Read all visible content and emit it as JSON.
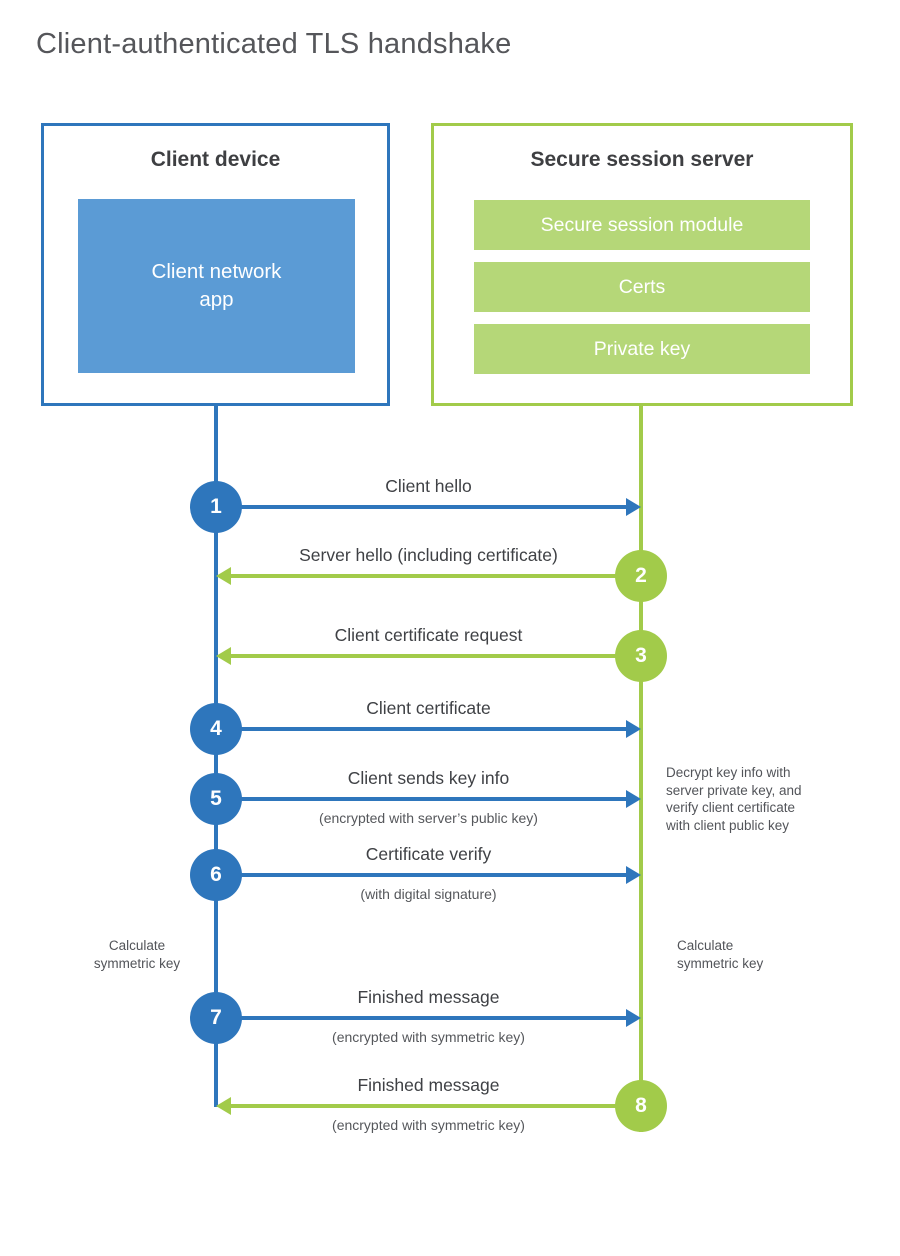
{
  "title": "Client-authenticated TLS handshake",
  "colors": {
    "blue": "#2e76bc",
    "blue_fill": "#5b9bd5",
    "green": "#a2cb4a",
    "green_fill": "#b5d778"
  },
  "client_box": {
    "title": "Client device",
    "app_label": "Client network\napp"
  },
  "server_box": {
    "title": "Secure session server",
    "modules": [
      "Secure session module",
      "Certs",
      "Private key"
    ]
  },
  "messages": [
    {
      "num": 1,
      "label": "Client hello",
      "sub": "",
      "from": "client",
      "direction": "right"
    },
    {
      "num": 2,
      "label": "Server hello (including certificate)",
      "sub": "",
      "from": "server",
      "direction": "left"
    },
    {
      "num": 3,
      "label": "Client certificate request",
      "sub": "",
      "from": "server",
      "direction": "left"
    },
    {
      "num": 4,
      "label": "Client certificate",
      "sub": "",
      "from": "client",
      "direction": "right"
    },
    {
      "num": 5,
      "label": "Client sends key info",
      "sub": "(encrypted with server’s public key)",
      "from": "client",
      "direction": "right"
    },
    {
      "num": 6,
      "label": "Certificate verify",
      "sub": "(with digital signature)",
      "from": "client",
      "direction": "right"
    },
    {
      "num": 7,
      "label": "Finished message",
      "sub": "(encrypted with symmetric key)",
      "from": "client",
      "direction": "right"
    },
    {
      "num": 8,
      "label": "Finished message",
      "sub": "(encrypted with symmetric key)",
      "from": "server",
      "direction": "left"
    }
  ],
  "notes": {
    "decrypt_note": "Decrypt key info with\nserver private key, and\nverify client certificate\nwith client public key",
    "calculate_left": "Calculate\nsymmetric key",
    "calculate_right": "Calculate\nsymmetric key"
  }
}
